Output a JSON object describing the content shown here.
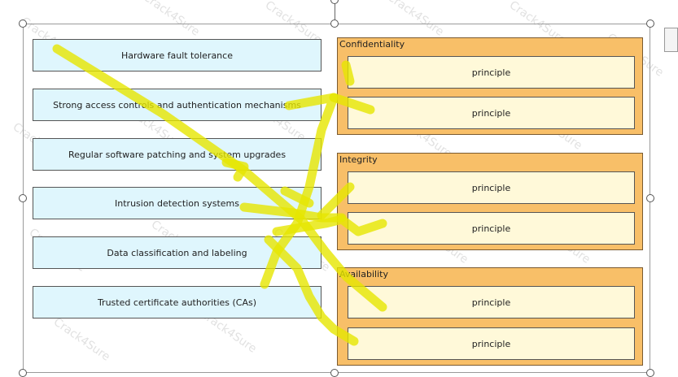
{
  "items": [
    {
      "label": "Hardware fault tolerance"
    },
    {
      "label": "Strong access controls and authentication mechanisms"
    },
    {
      "label": "Regular software patching and system upgrades"
    },
    {
      "label": "Intrusion detection systems"
    },
    {
      "label": "Data classification and labeling"
    },
    {
      "label": "Trusted certificate authorities (CAs)"
    }
  ],
  "groups": [
    {
      "title": "Confidentiality",
      "slots": [
        "principle",
        "principle"
      ]
    },
    {
      "title": "Integrity",
      "slots": [
        "principle",
        "principle"
      ]
    },
    {
      "title": "Availability",
      "slots": [
        "principle",
        "principle"
      ]
    }
  ],
  "watermark": "Crack4Sure",
  "colors": {
    "item_bg": "#dff6fd",
    "group_bg": "#f8bf68",
    "slot_bg": "#fff9d9",
    "annotation": "#e6e600"
  },
  "icons": {
    "side_toolbar": "layout-options-icon"
  }
}
